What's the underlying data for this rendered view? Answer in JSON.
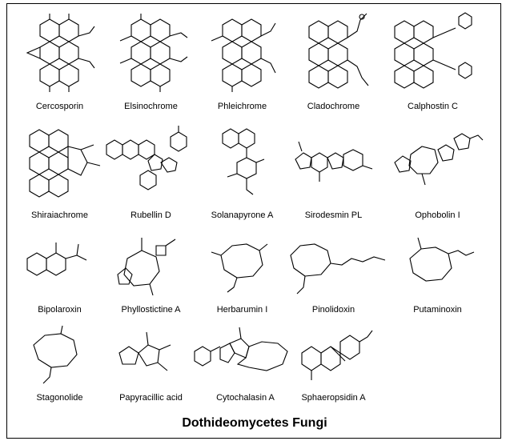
{
  "figure": {
    "title": "Dothideomycetes Fungi"
  },
  "compounds": [
    {
      "name": "Cercosporin"
    },
    {
      "name": "Elsinochrome"
    },
    {
      "name": "Phleichrome"
    },
    {
      "name": "Cladochrome"
    },
    {
      "name": "Calphostin C"
    },
    {
      "name": "Shiraiachrome"
    },
    {
      "name": "Rubellin D"
    },
    {
      "name": "Solanapyrone A"
    },
    {
      "name": "Sirodesmin PL"
    },
    {
      "name": "Ophobolin I"
    },
    {
      "name": "Bipolaroxin"
    },
    {
      "name": "Phyllostictine A"
    },
    {
      "name": "Herbarumin I"
    },
    {
      "name": "Pinolidoxin"
    },
    {
      "name": "Putaminoxin"
    },
    {
      "name": "Stagonolide"
    },
    {
      "name": "Papyracillic acid"
    },
    {
      "name": "Cytochalasin A"
    },
    {
      "name": "Sphaeropsidin A"
    }
  ]
}
